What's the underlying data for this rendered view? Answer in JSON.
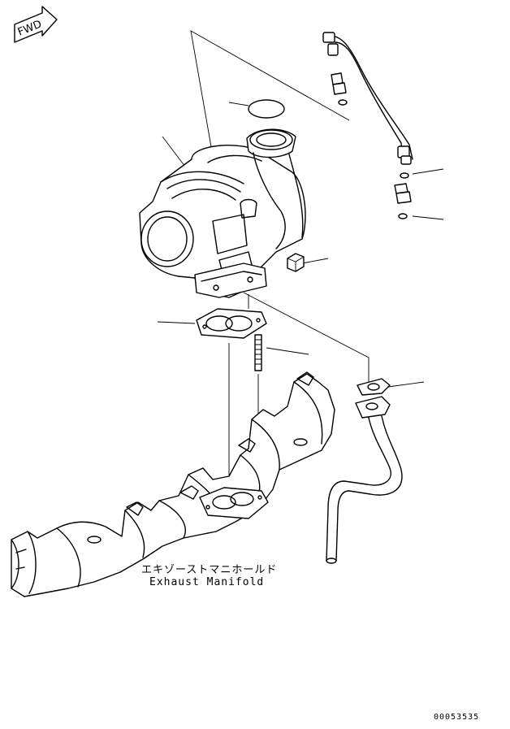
{
  "direction_arrow": {
    "text": "FWD",
    "icon": "forward-arrow-icon"
  },
  "part_name_jp": "エキゾーストマニホールド",
  "part_name_en": "Exhaust Manifold",
  "figure_code": "00053535",
  "parts": [
    "turbocharger-icon",
    "o-ring-icon",
    "oil-pipe-icon",
    "connector-fitting-icon",
    "washer-icon",
    "nut-icon",
    "gasket-icon",
    "stud-bolt-icon",
    "exhaust-manifold-icon",
    "drain-tube-icon"
  ]
}
